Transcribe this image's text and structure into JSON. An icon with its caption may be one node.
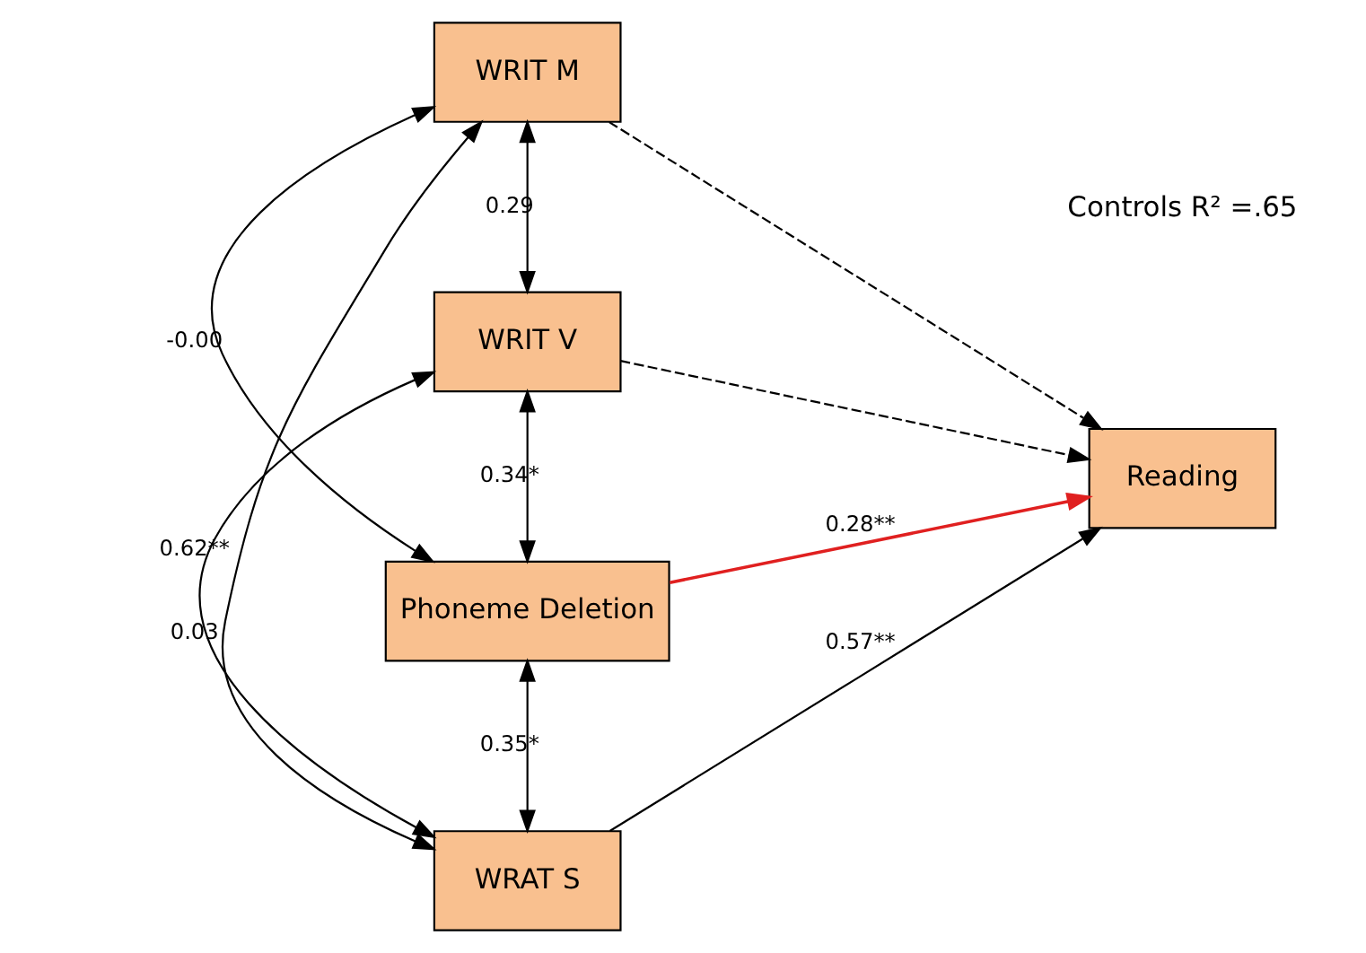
{
  "diagram": {
    "nodes": [
      {
        "text": [
          "WRIT M"
        ]
      },
      {
        "text": [
          "WRIT V"
        ]
      },
      {
        "text": [
          "Phoneme Deletion"
        ]
      },
      {
        "text": [
          "WRAT S"
        ]
      },
      {
        "text": [
          "Reading"
        ]
      }
    ],
    "edges": [
      {
        "from": 0,
        "to": 4,
        "arrow": "to",
        "style": "dashed"
      },
      {
        "from": 1,
        "to": 4,
        "arrow": "to",
        "style": "dashed"
      },
      {
        "from": 2,
        "to": 4,
        "arrow": "to",
        "label": "0.28**",
        "color": "#e02020"
      },
      {
        "from": 3,
        "to": 4,
        "arrow": "to",
        "label": "0.57**"
      },
      {
        "from": 0,
        "to": 1,
        "arrow": "both",
        "label": "0.29"
      },
      {
        "from": 1,
        "to": 2,
        "arrow": "both",
        "label": "0.34*"
      },
      {
        "from": 2,
        "to": 3,
        "arrow": "both",
        "label": "0.35*"
      },
      {
        "from": 0,
        "to": 2,
        "arrow": "both",
        "label": "-0.00"
      },
      {
        "from": 1,
        "to": 3,
        "arrow": "both",
        "label": "0.62**"
      },
      {
        "from": 0,
        "to": 3,
        "arrow": "both",
        "label": "0.03"
      }
    ],
    "labels": [
      "Controls R² =.65"
    ]
  }
}
